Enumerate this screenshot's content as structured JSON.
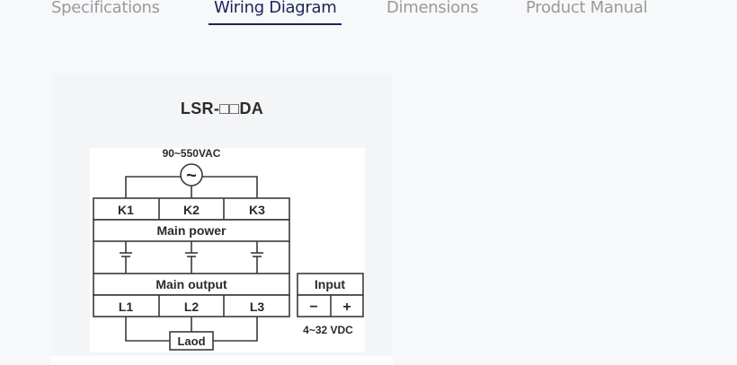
{
  "tabs": [
    {
      "label": "Specifications",
      "active": false
    },
    {
      "label": "Wiring Diagram",
      "active": true
    },
    {
      "label": "Dimensions",
      "active": false
    },
    {
      "label": "Product Manual",
      "active": false
    }
  ],
  "diagram": {
    "title": "LSR-□□DA",
    "ac_supply_label": "90~550VAC",
    "ac_source_symbol": "~",
    "input_terminals": [
      "K1",
      "K2",
      "K3"
    ],
    "main_power_label": "Main power",
    "main_output_label": "Main output",
    "output_terminals": [
      "L1",
      "L2",
      "L3"
    ],
    "load_label": "Laod",
    "control_input_label": "Input",
    "control_minus": "−",
    "control_plus": "+",
    "control_voltage_label": "4~32 VDC"
  },
  "colors": {
    "active_tab": "#1b2557",
    "inactive_tab": "#9a9a9a",
    "line": "#3a3a3a"
  }
}
